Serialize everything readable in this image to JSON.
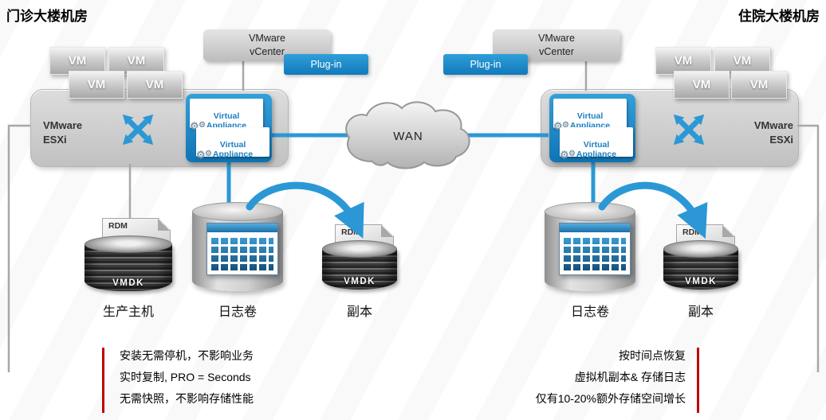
{
  "colors": {
    "accent_blue": "#1789cf",
    "arrow_blue": "#2b98d5",
    "line_gray": "#a8a8a8",
    "red_divider": "#c00000"
  },
  "icons": {
    "gear": "⚙"
  },
  "titles": {
    "left_room": "门诊大楼机房",
    "right_room": "住院大楼机房"
  },
  "wan": {
    "label": "WAN"
  },
  "left": {
    "vms": [
      "VM",
      "VM",
      "VM",
      "VM"
    ],
    "vcenter": "VMware\nvCenter",
    "plugin": "Plug-in",
    "esxi": "VMware\nESXi",
    "va": [
      "Virtual\nAppliance",
      "Virtual\nAppliance"
    ],
    "production": {
      "rdm": "RDM",
      "vmdk": "VMDK",
      "label": "生产主机"
    },
    "log_label": "日志卷",
    "replica": {
      "rdm": "RDM",
      "vmdk": "VMDK",
      "label": "副本"
    },
    "notes": [
      "安装无需停机，不影响业务",
      "实时复制, PRO = Seconds",
      "无需快照，不影响存储性能"
    ]
  },
  "right": {
    "vms": [
      "VM",
      "VM",
      "VM",
      "VM"
    ],
    "vcenter": "VMware\nvCenter",
    "plugin": "Plug-in",
    "esxi": "VMware\nESXi",
    "va": [
      "Virtual\nAppliance",
      "Virtual\nAppliance"
    ],
    "log_label": "日志卷",
    "replica": {
      "rdm": "RDM",
      "vmdk": "VMDK",
      "label": "副本"
    },
    "notes": [
      "按时间点恢复",
      "虚拟机副本& 存储日志",
      "仅有10-20%额外存储空间增长"
    ]
  }
}
